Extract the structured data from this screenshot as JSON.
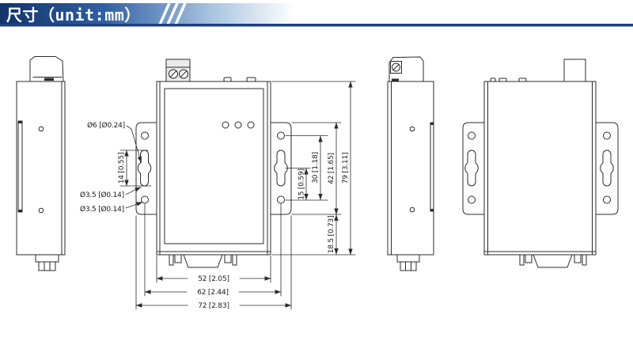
{
  "header": {
    "title": "尺寸（unit:mm）"
  },
  "colors": {
    "banner_c0": "#123468",
    "banner_c1": "#2f5fa3",
    "banner_c2": "#a9c4e0",
    "banner_c3": "#ffffff",
    "stripe": "#ffffff",
    "rule": "#1d4080",
    "line": "#2b2b2b",
    "text": "#1a1a1a"
  },
  "dims": {
    "slot_center_dia": "Ø6 [Ø0.24]",
    "slot_length": "14 [0.55]",
    "slot_width_dia": "Ø3.5 [Ø0.14]",
    "corner_hole_dia": "Ø3.5 [Ø0.14]",
    "slot_to_hole": "15 [0.59]",
    "hole_span_v": "30 [1.18]",
    "ear_height": "42 [1.65]",
    "body_height": "79 [3.11]",
    "ear_to_bottom": "18.5 [0.73]",
    "body_width": "52 [2.05]",
    "hole_span_h": "62 [2.44]",
    "overall_width": "72 [2.83]"
  }
}
